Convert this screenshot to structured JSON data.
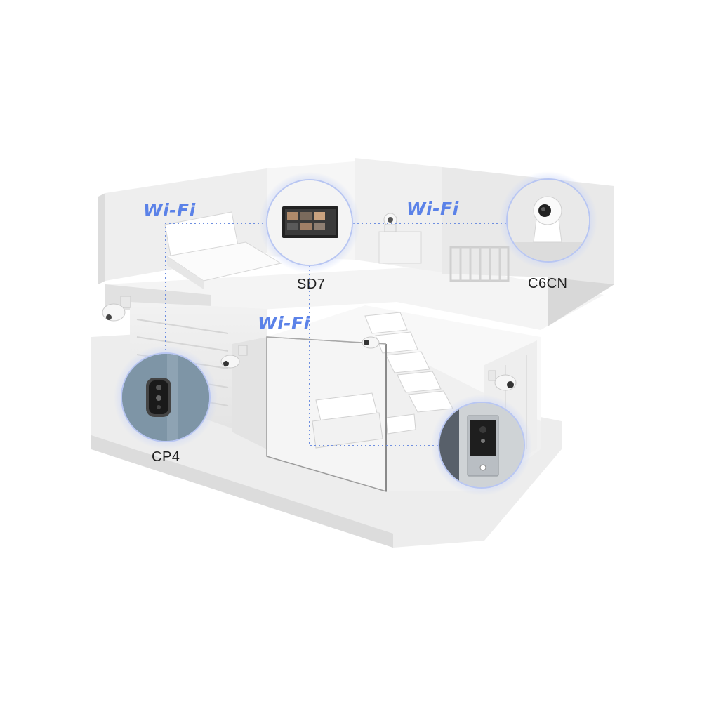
{
  "wifi_labels": [
    "Wi-Fi",
    "Wi-Fi",
    "Wi-Fi"
  ],
  "devices": {
    "sd7": "SD7",
    "c6cn": "C6CN",
    "cp4": "CP4"
  },
  "colors": {
    "wifi_text": "#5b82e8",
    "link_line": "#6f8fe0",
    "device_glow": "#b9c8f4"
  }
}
